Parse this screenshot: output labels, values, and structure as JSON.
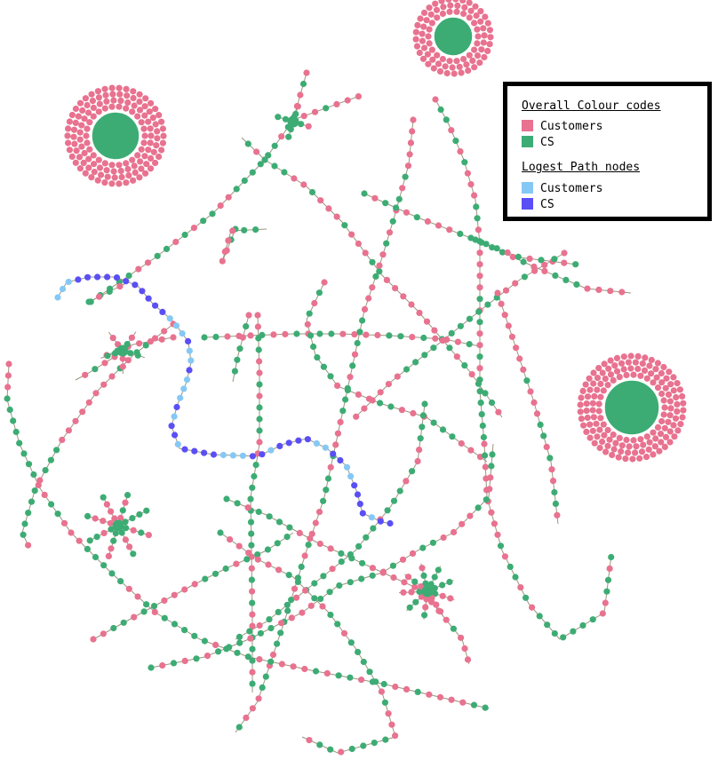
{
  "colors": {
    "customer": "#e8728f",
    "cs": "#3dac74",
    "longest_customer": "#86c8f5",
    "longest_cs": "#5a4ff5",
    "edge": "#9b9580",
    "hub": "#3dac74",
    "halo": "#e8728f"
  },
  "legend": {
    "overall_title": "Overall Colour codes",
    "overall_items": [
      {
        "label": "Customers",
        "color": "#e8728f"
      },
      {
        "label": "CS",
        "color": "#3dac74"
      }
    ],
    "longest_title": "Logest Path nodes",
    "longest_items": [
      {
        "label": "Customers",
        "color": "#86c8f5"
      },
      {
        "label": "CS",
        "color": "#5a4ff5"
      }
    ]
  }
}
